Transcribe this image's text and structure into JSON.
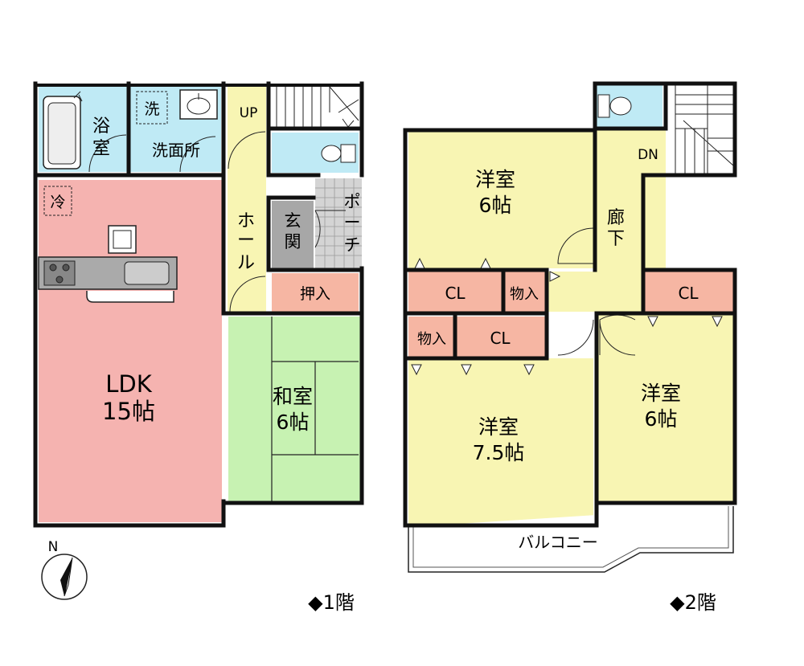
{
  "floor1": {
    "bath": [
      "浴",
      "室"
    ],
    "washroom": "洗面所",
    "washer": "洗",
    "fridge": "冷",
    "up": "UP",
    "hall": [
      "ホ",
      "ー",
      "ル"
    ],
    "genkan": [
      "玄",
      "関"
    ],
    "porch": [
      "ポ",
      "ー",
      "チ"
    ],
    "oshiire": "押入",
    "washitsu": [
      "和室",
      "6帖"
    ],
    "ldk": [
      "LDK",
      "15帖"
    ],
    "floor_label": "◆1階"
  },
  "floor2": {
    "room_a": [
      "洋室",
      "6帖"
    ],
    "room_b": [
      "洋室",
      "7.5帖"
    ],
    "room_c": [
      "洋室",
      "6帖"
    ],
    "corridor": [
      "廊",
      "下"
    ],
    "dn": "DN",
    "cl_1": "CL",
    "cl_2": "CL",
    "cl_3": "CL",
    "mono_1": "物入",
    "mono_2": "物入",
    "balcony": "バルコニー",
    "floor_label": "◆2階"
  },
  "compass": {
    "letter": "N"
  },
  "colors": {
    "ldk": "#f5b3b0",
    "washitsu": "#c7f2b2",
    "yoshitsu": "#f8f5b3",
    "storage": "#f6b6a3",
    "water": "#bfeaf5",
    "genkan": "#a7a7a7",
    "porch": "#d4d4d4",
    "wall": "#111111"
  }
}
